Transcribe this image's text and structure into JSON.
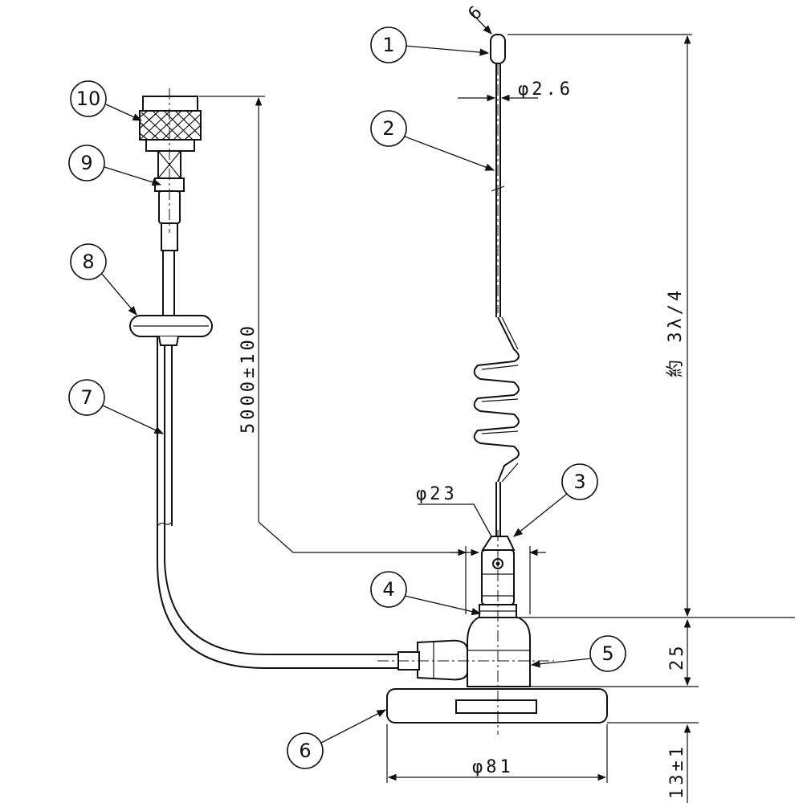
{
  "parts": [
    "1",
    "2",
    "3",
    "4",
    "5",
    "6",
    "7",
    "8",
    "9",
    "10"
  ],
  "dimensions": {
    "whip_diameter": "φ2.6",
    "base_diameter": "φ23",
    "magnet_diameter": "φ81",
    "overall_length": "約 3λ/4",
    "cable_length": "5000±100",
    "mount_height": "25",
    "magnet_height": "13±1",
    "tip_mark": "6"
  },
  "colors": {
    "line": "#111111",
    "background": "#ffffff"
  }
}
